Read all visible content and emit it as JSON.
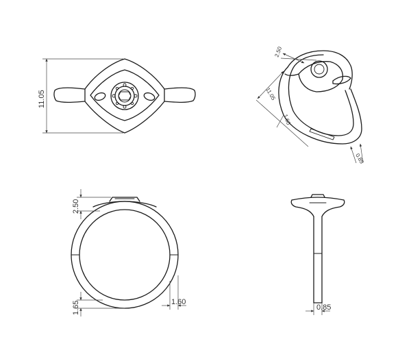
{
  "dimensions": {
    "front_height": "11.05",
    "iso_top": "2.50",
    "iso_height": "11.05",
    "iso_band": "1.60",
    "iso_side": "0.85",
    "bottom_top": "2.50",
    "bottom_low": "1.65",
    "bottom_right": "1.60",
    "side_bottom": "0.85"
  },
  "colors": {
    "line": "#1a1a1a",
    "dimension": "#333333",
    "background": "#ffffff"
  }
}
